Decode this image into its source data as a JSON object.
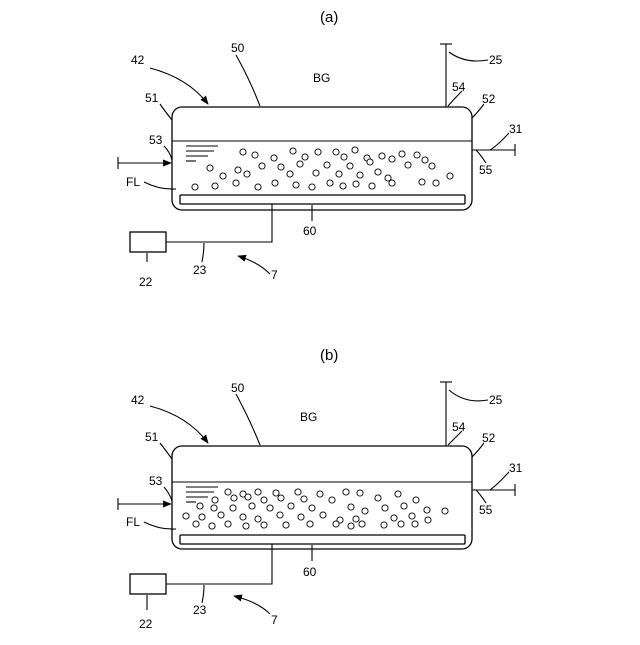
{
  "panels": [
    {
      "id": "a",
      "caption": "(a)",
      "labels": {
        "tank": "42",
        "wall": "50",
        "gas": "BG",
        "outlet_pipe": "25",
        "outlet_port": "54",
        "right_wall": "52",
        "left_wall": "51",
        "inlet_port": "53",
        "side_pipe": "31",
        "side_port": "55",
        "liquid": "FL",
        "diffuser": "60",
        "feed_line": "23",
        "supply": "22",
        "system": "7"
      }
    },
    {
      "id": "b",
      "caption": "(b)",
      "labels": {
        "tank": "42",
        "wall": "50",
        "gas": "BG",
        "outlet_pipe": "25",
        "outlet_port": "54",
        "right_wall": "52",
        "left_wall": "51",
        "inlet_port": "53",
        "side_pipe": "31",
        "side_port": "55",
        "liquid": "FL",
        "diffuser": "60",
        "feed_line": "23",
        "supply": "22",
        "system": "7"
      }
    }
  ]
}
